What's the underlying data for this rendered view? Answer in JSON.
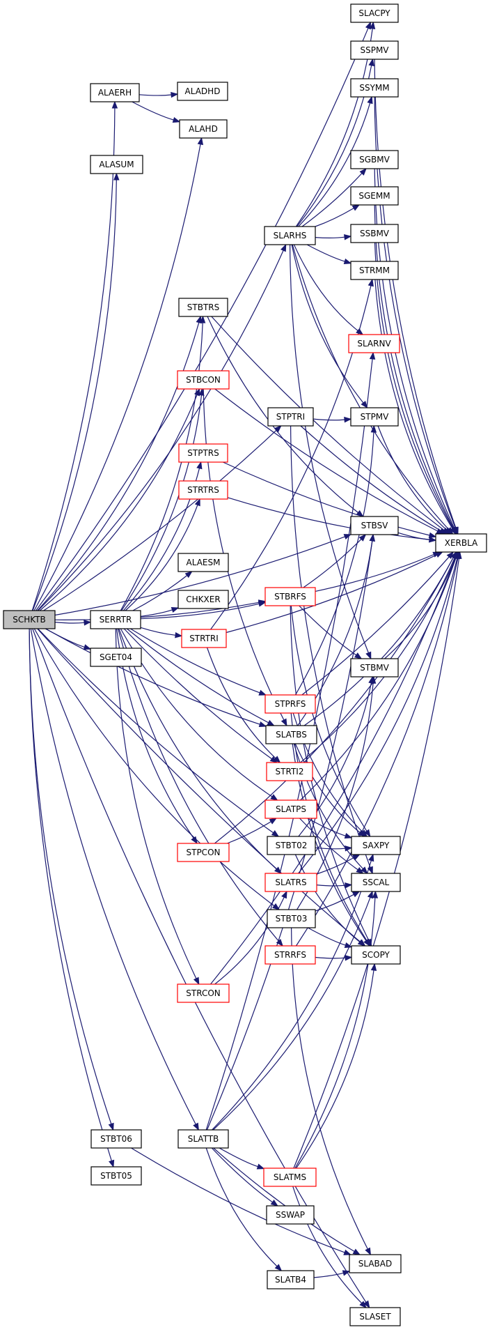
{
  "colors": {
    "edge": "#191970",
    "node_border": "#000000",
    "node_border_highlight": "#ff0000",
    "root_fill": "#bfbfbf",
    "node_fill": "#ffffff"
  },
  "nodes": [
    {
      "id": "SCHKTB",
      "label": "SCHKTB",
      "root": true
    },
    {
      "id": "ALAERH",
      "label": "ALAERH"
    },
    {
      "id": "ALADHD",
      "label": "ALADHD"
    },
    {
      "id": "ALAHD",
      "label": "ALAHD"
    },
    {
      "id": "ALASUM",
      "label": "ALASUM"
    },
    {
      "id": "SERRTR",
      "label": "SERRTR"
    },
    {
      "id": "SGET04",
      "label": "SGET04"
    },
    {
      "id": "STBT06",
      "label": "STBT06"
    },
    {
      "id": "STBT05",
      "label": "STBT05"
    },
    {
      "id": "SLACPY",
      "label": "SLACPY"
    },
    {
      "id": "SSPMV",
      "label": "SSPMV"
    },
    {
      "id": "SSYMM",
      "label": "SSYMM"
    },
    {
      "id": "SGBMV",
      "label": "SGBMV"
    },
    {
      "id": "SGEMM",
      "label": "SGEMM"
    },
    {
      "id": "SSBMV",
      "label": "SSBMV"
    },
    {
      "id": "SLARHS",
      "label": "SLARHS"
    },
    {
      "id": "STRMM",
      "label": "STRMM"
    },
    {
      "id": "SLARNV",
      "label": "SLARNV",
      "highlight": true
    },
    {
      "id": "STBTRS",
      "label": "STBTRS"
    },
    {
      "id": "STBCON",
      "label": "STBCON",
      "highlight": true
    },
    {
      "id": "STPTRI",
      "label": "STPTRI"
    },
    {
      "id": "STPMV",
      "label": "STPMV"
    },
    {
      "id": "STPTRS",
      "label": "STPTRS",
      "highlight": true
    },
    {
      "id": "STRTRS",
      "label": "STRTRS",
      "highlight": true
    },
    {
      "id": "STBSV",
      "label": "STBSV"
    },
    {
      "id": "XERBLA",
      "label": "XERBLA"
    },
    {
      "id": "ALAESM",
      "label": "ALAESM"
    },
    {
      "id": "CHKXER",
      "label": "CHKXER"
    },
    {
      "id": "STBRFS",
      "label": "STBRFS",
      "highlight": true
    },
    {
      "id": "STRTRI",
      "label": "STRTRI",
      "highlight": true
    },
    {
      "id": "STBMV",
      "label": "STBMV"
    },
    {
      "id": "STPRFS",
      "label": "STPRFS",
      "highlight": true
    },
    {
      "id": "SLATBS",
      "label": "SLATBS"
    },
    {
      "id": "STRTI2",
      "label": "STRTI2",
      "highlight": true
    },
    {
      "id": "SLATPS",
      "label": "SLATPS",
      "highlight": true
    },
    {
      "id": "STPCON",
      "label": "STPCON",
      "highlight": true
    },
    {
      "id": "STBT02",
      "label": "STBT02"
    },
    {
      "id": "SAXPY",
      "label": "SAXPY"
    },
    {
      "id": "SLATRS",
      "label": "SLATRS",
      "highlight": true
    },
    {
      "id": "SSCAL",
      "label": "SSCAL"
    },
    {
      "id": "STBT03",
      "label": "STBT03"
    },
    {
      "id": "STRRFS",
      "label": "STRRFS",
      "highlight": true
    },
    {
      "id": "SCOPY",
      "label": "SCOPY"
    },
    {
      "id": "STRCON",
      "label": "STRCON",
      "highlight": true
    },
    {
      "id": "SLATTB",
      "label": "SLATTB"
    },
    {
      "id": "SLATMS",
      "label": "SLATMS",
      "highlight": true
    },
    {
      "id": "SSWAP",
      "label": "SSWAP"
    },
    {
      "id": "SLABAD",
      "label": "SLABAD"
    },
    {
      "id": "SLATB4",
      "label": "SLATB4"
    },
    {
      "id": "SLASET",
      "label": "SLASET"
    }
  ],
  "edges": [
    [
      "SCHKTB",
      "ALAERH"
    ],
    [
      "SCHKTB",
      "ALAHD"
    ],
    [
      "SCHKTB",
      "ALASUM"
    ],
    [
      "SCHKTB",
      "SLACPY"
    ],
    [
      "SCHKTB",
      "SLARHS"
    ],
    [
      "SCHKTB",
      "STBTRS"
    ],
    [
      "SCHKTB",
      "STBCON"
    ],
    [
      "SCHKTB",
      "STPTRI"
    ],
    [
      "SCHKTB",
      "STBSV"
    ],
    [
      "SCHKTB",
      "SERRTR"
    ],
    [
      "SCHKTB",
      "SGET04"
    ],
    [
      "SCHKTB",
      "SLATBS"
    ],
    [
      "SCHKTB",
      "STBT02"
    ],
    [
      "SCHKTB",
      "STBT03"
    ],
    [
      "SCHKTB",
      "SCOPY"
    ],
    [
      "SCHKTB",
      "SLATTB"
    ],
    [
      "SCHKTB",
      "STBT06"
    ],
    [
      "SCHKTB",
      "STBT05"
    ],
    [
      "SCHKTB",
      "SLASET"
    ],
    [
      "SCHKTB",
      "STBRFS"
    ],
    [
      "ALAERH",
      "ALADHD"
    ],
    [
      "ALAERH",
      "ALAHD"
    ],
    [
      "SLARHS",
      "SLACPY"
    ],
    [
      "SLARHS",
      "SSPMV"
    ],
    [
      "SLARHS",
      "SSYMM"
    ],
    [
      "SLARHS",
      "SGBMV"
    ],
    [
      "SLARHS",
      "SGEMM"
    ],
    [
      "SLARHS",
      "SSBMV"
    ],
    [
      "SLARHS",
      "STRMM"
    ],
    [
      "SLARHS",
      "SLARNV"
    ],
    [
      "SLARHS",
      "STPMV"
    ],
    [
      "SLARHS",
      "STBMV"
    ],
    [
      "SLARHS",
      "XERBLA"
    ],
    [
      "SSPMV",
      "XERBLA"
    ],
    [
      "SSYMM",
      "XERBLA"
    ],
    [
      "SGBMV",
      "XERBLA"
    ],
    [
      "SGEMM",
      "XERBLA"
    ],
    [
      "SSBMV",
      "XERBLA"
    ],
    [
      "STRMM",
      "XERBLA"
    ],
    [
      "STPMV",
      "XERBLA"
    ],
    [
      "STBSV",
      "XERBLA"
    ],
    [
      "STBMV",
      "XERBLA"
    ],
    [
      "STBTRS",
      "XERBLA"
    ],
    [
      "STBTRS",
      "STBSV"
    ],
    [
      "STBCON",
      "XERBLA"
    ],
    [
      "STBCON",
      "SLATBS"
    ],
    [
      "STPTRI",
      "STPMV"
    ],
    [
      "STPTRI",
      "XERBLA"
    ],
    [
      "STPTRI",
      "SSCAL"
    ],
    [
      "STPTRS",
      "XERBLA"
    ],
    [
      "STRTRS",
      "XERBLA"
    ],
    [
      "SERRTR",
      "STBTRS"
    ],
    [
      "SERRTR",
      "STBCON"
    ],
    [
      "SERRTR",
      "STPTRS"
    ],
    [
      "SERRTR",
      "STRTRS"
    ],
    [
      "SERRTR",
      "ALAESM"
    ],
    [
      "SERRTR",
      "CHKXER"
    ],
    [
      "SERRTR",
      "STBRFS"
    ],
    [
      "SERRTR",
      "STRTRI"
    ],
    [
      "SERRTR",
      "STPRFS"
    ],
    [
      "SERRTR",
      "SLATBS"
    ],
    [
      "SERRTR",
      "STRTI2"
    ],
    [
      "SERRTR",
      "SLATPS"
    ],
    [
      "SERRTR",
      "STPCON"
    ],
    [
      "SERRTR",
      "SLATRS"
    ],
    [
      "SERRTR",
      "STRRFS"
    ],
    [
      "SERRTR",
      "STRCON"
    ],
    [
      "STBRFS",
      "STBSV"
    ],
    [
      "STBRFS",
      "STBMV"
    ],
    [
      "STBRFS",
      "XERBLA"
    ],
    [
      "STBRFS",
      "SAXPY"
    ],
    [
      "STBRFS",
      "SCOPY"
    ],
    [
      "STRTRI",
      "STRMM"
    ],
    [
      "STRTRI",
      "XERBLA"
    ],
    [
      "STRTRI",
      "STRTI2"
    ],
    [
      "STPRFS",
      "STPMV"
    ],
    [
      "STPRFS",
      "XERBLA"
    ],
    [
      "STPRFS",
      "SAXPY"
    ],
    [
      "STPRFS",
      "SCOPY"
    ],
    [
      "SLATBS",
      "STBSV"
    ],
    [
      "SLATBS",
      "XERBLA"
    ],
    [
      "SLATBS",
      "SAXPY"
    ],
    [
      "SLATBS",
      "SSCAL"
    ],
    [
      "SLATBS",
      "SCOPY"
    ],
    [
      "STRTI2",
      "XERBLA"
    ],
    [
      "SLATPS",
      "XERBLA"
    ],
    [
      "SLATPS",
      "SAXPY"
    ],
    [
      "SLATPS",
      "SSCAL"
    ],
    [
      "STPCON",
      "SLATPS"
    ],
    [
      "STPCON",
      "XERBLA"
    ],
    [
      "STBT02",
      "STBMV"
    ],
    [
      "STBT02",
      "SAXPY"
    ],
    [
      "STBT02",
      "SCOPY"
    ],
    [
      "SLATRS",
      "XERBLA"
    ],
    [
      "SLATRS",
      "SAXPY"
    ],
    [
      "SLATRS",
      "SSCAL"
    ],
    [
      "STBT03",
      "STBMV"
    ],
    [
      "STBT03",
      "SSCAL"
    ],
    [
      "STBT03",
      "SCOPY"
    ],
    [
      "STBT03",
      "SLABAD"
    ],
    [
      "STRRFS",
      "XERBLA"
    ],
    [
      "STRRFS",
      "SCOPY"
    ],
    [
      "STRCON",
      "SLATRS"
    ],
    [
      "STRCON",
      "XERBLA"
    ],
    [
      "SLATTB",
      "SLARNV"
    ],
    [
      "SLATTB",
      "STBSV"
    ],
    [
      "SLATTB",
      "SAXPY"
    ],
    [
      "SLATTB",
      "SSCAL"
    ],
    [
      "SLATTB",
      "SLATMS"
    ],
    [
      "SLATTB",
      "SSWAP"
    ],
    [
      "SLATTB",
      "SLABAD"
    ],
    [
      "SLATTB",
      "SLATB4"
    ],
    [
      "SLATMS",
      "XERBLA"
    ],
    [
      "SLATMS",
      "SSCAL"
    ],
    [
      "SLATMS",
      "SCOPY"
    ],
    [
      "SLATMS",
      "SLASET"
    ],
    [
      "SLATB4",
      "SLABAD"
    ],
    [
      "STBT06",
      "SLABAD"
    ]
  ]
}
